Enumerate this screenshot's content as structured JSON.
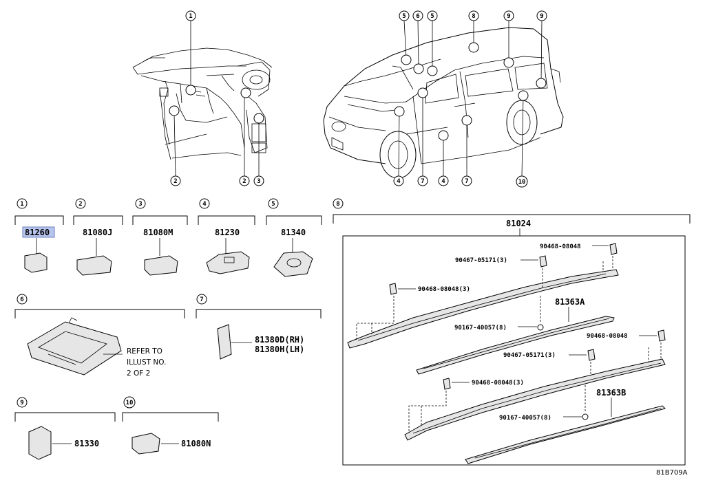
{
  "diagram_id": "81B709A",
  "groups": [
    {
      "num": "1",
      "parts": [
        "81260"
      ]
    },
    {
      "num": "2",
      "parts": [
        "81080J"
      ]
    },
    {
      "num": "3",
      "parts": [
        "81080M"
      ]
    },
    {
      "num": "4",
      "parts": [
        "81230"
      ]
    },
    {
      "num": "5",
      "parts": [
        "81340"
      ]
    },
    {
      "num": "6",
      "note": [
        "REFER TO",
        "ILLUST NO.",
        "2 OF 2"
      ]
    },
    {
      "num": "7",
      "parts": [
        "81380D(RH)",
        "81380H(LH)"
      ]
    },
    {
      "num": "8",
      "parts": [
        "81024",
        "90468-08048",
        "90467-05171(3)",
        "90468-08048(3)",
        "81363A",
        "90167-40057(8)",
        "90468-08048",
        "90467-05171(3)",
        "90468-08048(3)",
        "81363B",
        "90167-40057(8)"
      ]
    },
    {
      "num": "9",
      "parts": [
        "81330"
      ]
    },
    {
      "num": "10",
      "parts": [
        "81080N"
      ]
    }
  ],
  "highlighted_part": "81260",
  "interior_callouts": [
    "1",
    "2",
    "2",
    "3"
  ],
  "exterior_callouts": [
    "5",
    "6",
    "5",
    "8",
    "9",
    "9",
    "4",
    "7",
    "4",
    "7",
    "10"
  ]
}
